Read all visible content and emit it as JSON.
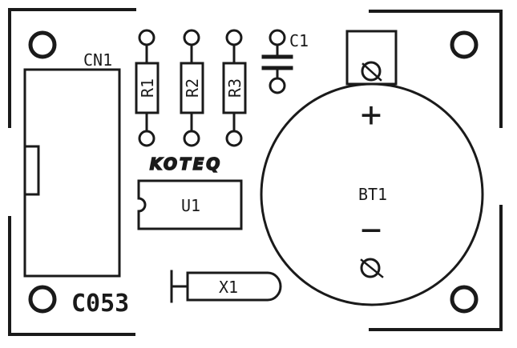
{
  "silkscreen": {
    "connector_label": "CN1",
    "capacitor_label": "C1",
    "resistor_labels": [
      "R1",
      "R2",
      "R3"
    ],
    "brand_logo": "KOTEQ",
    "ic_label": "U1",
    "battery_label": "BT1",
    "battery_plus": "+",
    "battery_minus": "−",
    "crystal_label": "X1",
    "board_code": "C053"
  },
  "colors": {
    "ink": "#1a1a1a",
    "background": "#ffffff"
  }
}
